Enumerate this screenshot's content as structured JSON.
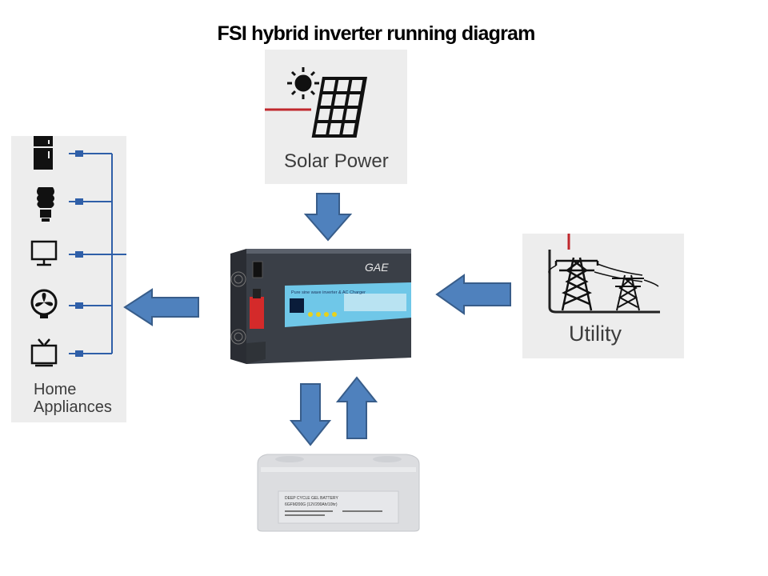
{
  "title": "FSI hybrid inverter running diagram",
  "solar": {
    "label": "Solar Power"
  },
  "utility": {
    "label": "Utility"
  },
  "home": {
    "label_line1": "Home",
    "label_line2": "Appliances"
  },
  "inverter": {
    "brand": "GAE",
    "panel_text": "Pure sine wave inverter & AC Charger"
  },
  "battery": {
    "label_line1": "DEEP CYCLE GEL BATTERY",
    "label_line2": "6GFM200G (12V200Ah/10hr)"
  },
  "colors": {
    "arrow_fill": "#4f81bd",
    "arrow_stroke": "#385d8a",
    "wire": "#2f5fa8",
    "accent_red": "#c0282d"
  }
}
